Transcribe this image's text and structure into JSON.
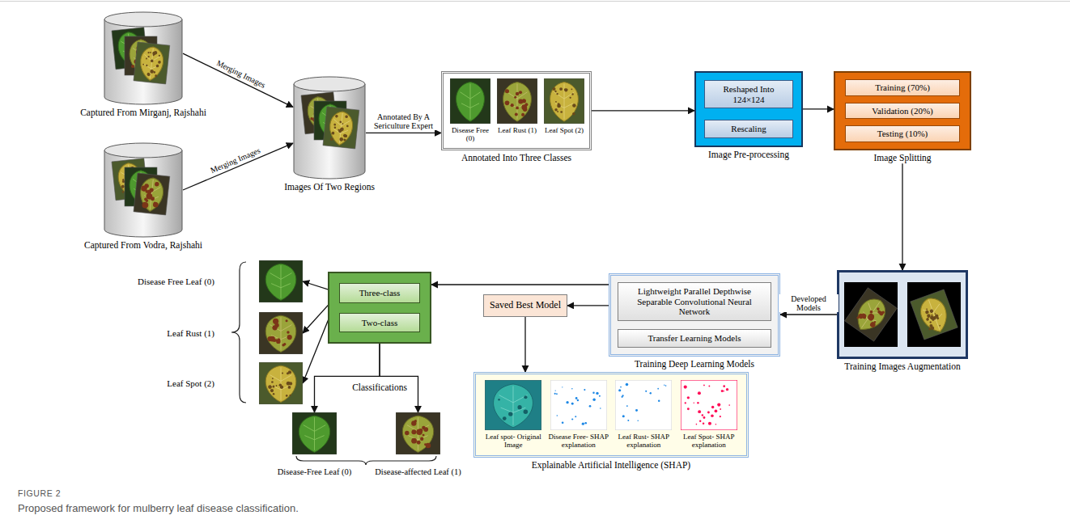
{
  "diagram": {
    "caption": "Proposed framework for mulberry leaf disease classification.",
    "nodes": [
      {
        "text": [
          "Captured From Mirganj, Rajshahi"
        ]
      },
      {
        "text": [
          "Captured From Vodra, Rajshahi"
        ]
      },
      {
        "text": [
          "Images Of Two Regions"
        ]
      },
      {
        "text": [
          "Annotated Into Three Classes"
        ]
      },
      {
        "text": [
          "Disease Free (0)"
        ],
        "in": 3
      },
      {
        "text": [
          "Leaf Rust (1)"
        ],
        "in": 3
      },
      {
        "text": [
          "Leaf Spot (2)"
        ],
        "in": 3
      },
      {
        "text": [
          "Image Pre-processing"
        ]
      },
      {
        "text": [
          "Reshaped Into 124×124"
        ],
        "in": 7
      },
      {
        "text": [
          "Rescaling"
        ],
        "in": 7
      },
      {
        "text": [
          "Image Splitting"
        ]
      },
      {
        "text": [
          "Training (70%)"
        ],
        "in": 10
      },
      {
        "text": [
          "Validation (20%)"
        ],
        "in": 10
      },
      {
        "text": [
          "Testing (10%)"
        ],
        "in": 10
      },
      {
        "text": [
          "Training Images Augmentation"
        ]
      },
      {
        "text": [
          "Training Deep Learning Models"
        ]
      },
      {
        "text": [
          "Lightweight Parallel Depthwise Separable Convolutional Neural Network"
        ],
        "in": 15
      },
      {
        "text": [
          "Transfer Learning Models"
        ],
        "in": 15
      },
      {
        "text": [
          "Saved Best Model"
        ]
      },
      {
        "text": [
          "Classifications"
        ]
      },
      {
        "text": [
          "Three-class"
        ],
        "in": 19
      },
      {
        "text": [
          "Two-class"
        ],
        "in": 19
      },
      {
        "text": [
          "Disease Free Leaf (0)"
        ]
      },
      {
        "text": [
          "Leaf Rust (1)"
        ]
      },
      {
        "text": [
          "Leaf Spot (2)"
        ]
      },
      {
        "text": [
          "Disease-Free Leaf (0)"
        ]
      },
      {
        "text": [
          "Disease-affected Leaf (1)"
        ]
      },
      {
        "text": [
          "Explainable Artificial Intelligence (SHAP)"
        ]
      },
      {
        "text": [
          "Leaf spot- Original Image"
        ],
        "in": 27
      },
      {
        "text": [
          "Disease Free- SHAP explanation"
        ],
        "in": 27
      },
      {
        "text": [
          "Leaf Rust- SHAP explanation"
        ],
        "in": 27
      },
      {
        "text": [
          "Leaf Spot- SHAP explanation"
        ],
        "in": 27
      }
    ],
    "edges": [
      {
        "from": 0,
        "to": 2,
        "label": "Merging Images",
        "arrow": "to"
      },
      {
        "from": 1,
        "to": 2,
        "label": "Merging Images",
        "arrow": "to"
      },
      {
        "from": 2,
        "to": 3,
        "label": "Annotated By A Sericulture Expert",
        "arrow": "to"
      },
      {
        "from": 3,
        "to": 7,
        "arrow": "to"
      },
      {
        "from": 7,
        "to": 10,
        "arrow": "to"
      },
      {
        "from": 10,
        "to": 14,
        "arrow": "to"
      },
      {
        "from": 14,
        "to": 15,
        "label": "Developed Models",
        "arrow": "to"
      },
      {
        "from": 15,
        "to": 19,
        "arrow": "to"
      },
      {
        "from": 15,
        "to": 18,
        "arrow": "to"
      },
      {
        "from": 18,
        "to": 27,
        "arrow": "to"
      },
      {
        "from": 20,
        "to": 22,
        "arrow": "to"
      },
      {
        "from": 20,
        "to": 23,
        "arrow": "to"
      },
      {
        "from": 20,
        "to": 24,
        "arrow": "to"
      },
      {
        "from": 21,
        "to": 25,
        "arrow": "to"
      },
      {
        "from": 21,
        "to": 26,
        "arrow": "to"
      }
    ],
    "labels": [
      "FIGURE 2"
    ]
  }
}
